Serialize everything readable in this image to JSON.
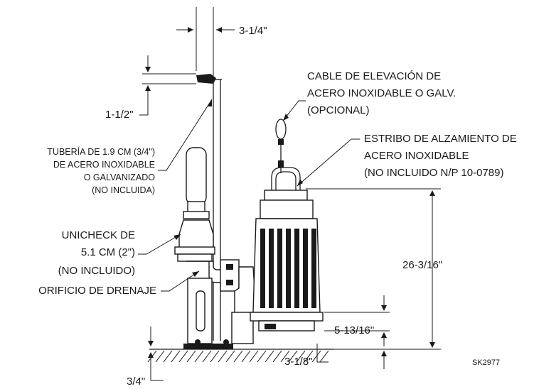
{
  "diagram": {
    "dimensions": {
      "dim_vent_offset": "3-1/4\"",
      "dim_vent_height": "1-1/2\"",
      "dim_pump_height": "26-3/16\"",
      "dim_inlet_height": "5-13/16\"",
      "dim_base_height": "3/4\"",
      "dim_floor_gap": "3-1/8\""
    },
    "labels": {
      "lift_cable": [
        "CABLE DE ELEVACIÓN DE",
        "ACERO INOXIDABLE O GALV.",
        "(OPCIONAL)"
      ],
      "lifting_bail": [
        "ESTRIBO DE ALZAMIENTO DE",
        "ACERO INOXIDABLE",
        "(NO INCLUIDO N/P 10-0789)"
      ],
      "vent_pipe": [
        "TUBERÍA DE 1.9 CM (3/4\")",
        "DE ACERO INOXIDABLE",
        "O GALVANIZADO",
        "(NO INCLUIDA)"
      ],
      "unicheck": [
        "UNICHECK DE",
        "5.1 CM (2\")",
        "(NO INCLUIDO)"
      ],
      "drain_hole": "ORIFICIO DE DRENAJE",
      "drawing_id": "SK2977"
    }
  }
}
